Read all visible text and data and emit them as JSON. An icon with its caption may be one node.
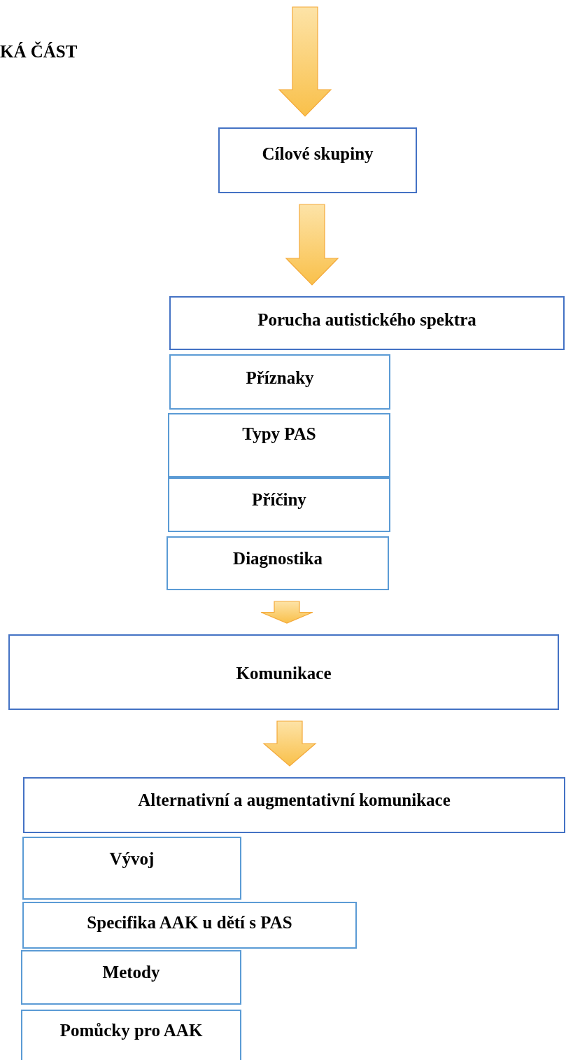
{
  "diagram": {
    "nodes": [
      {
        "text": [
          "Cílové skupiny"
        ]
      },
      {
        "text": [
          "Porucha autistického spektra"
        ]
      },
      {
        "text": [
          "Příznaky"
        ]
      },
      {
        "text": [
          "Typy PAS"
        ]
      },
      {
        "text": [
          "Příčiny"
        ]
      },
      {
        "text": [
          "Diagnostika"
        ]
      },
      {
        "text": [
          "Komunikace"
        ]
      },
      {
        "text": [
          "Alternativní a augmentativní komunikace"
        ]
      },
      {
        "text": [
          "Vývoj"
        ]
      },
      {
        "text": [
          "Specifika AAK u dětí s PAS"
        ]
      },
      {
        "text": [
          "Metody"
        ]
      },
      {
        "text": [
          "Pomůcky pro AAK"
        ]
      }
    ],
    "edges": [
      {
        "from": null,
        "to": 0,
        "arrow": "to"
      },
      {
        "from": 0,
        "to": 1,
        "arrow": "to"
      },
      {
        "from": 5,
        "to": 6,
        "arrow": "to"
      },
      {
        "from": 6,
        "to": 7,
        "arrow": "to"
      }
    ],
    "labels": [
      "KÁ ČÁST"
    ]
  }
}
